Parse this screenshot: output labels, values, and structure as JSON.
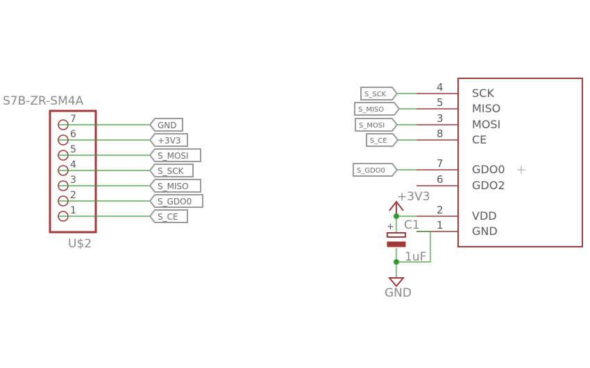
{
  "connector": {
    "name": "S7B-ZR-SM4A",
    "ref": "U$2",
    "pins": [
      {
        "num": "7",
        "signal": "GND"
      },
      {
        "num": "6",
        "signal": "+3V3"
      },
      {
        "num": "5",
        "signal": "S_MOSI"
      },
      {
        "num": "4",
        "signal": "S_SCK"
      },
      {
        "num": "3",
        "signal": "S_MISO"
      },
      {
        "num": "2",
        "signal": "S_GDO0"
      },
      {
        "num": "1",
        "signal": "S_CE"
      }
    ]
  },
  "ic": {
    "pins": [
      {
        "num": "4",
        "name": "SCK",
        "net": "S_SCK"
      },
      {
        "num": "5",
        "name": "MISO",
        "net": "S_MISO"
      },
      {
        "num": "3",
        "name": "MOSI",
        "net": "S_MOSI"
      },
      {
        "num": "8",
        "name": "CE",
        "net": "S_CE"
      },
      {
        "num": "7",
        "name": "GDO0",
        "net": "S_GDO0"
      },
      {
        "num": "6",
        "name": "GDO2",
        "net": ""
      },
      {
        "num": "2",
        "name": "VDD",
        "net": ""
      },
      {
        "num": "1",
        "name": "GND",
        "net": ""
      }
    ]
  },
  "power": {
    "supply_label": "+3V3",
    "ground_label": "GND"
  },
  "capacitor": {
    "ref": "C1",
    "value": "1uF",
    "polarity": "+"
  },
  "colors": {
    "wire": "#3a9a3a",
    "symbol": "#a23a3a",
    "label_outline": "#9a9a9a",
    "junction": "#2f9a2f"
  }
}
